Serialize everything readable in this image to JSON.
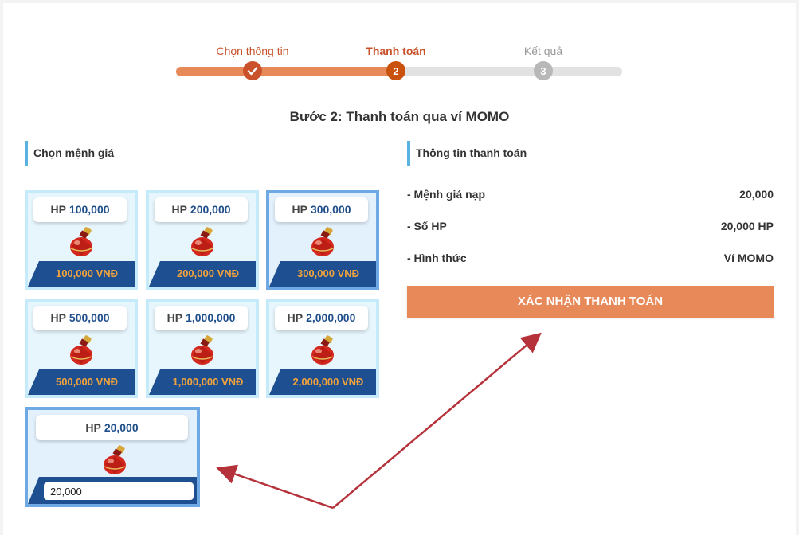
{
  "steps": [
    {
      "label": "Chọn thông tin",
      "state": "done",
      "icon": "check-icon"
    },
    {
      "label": "Thanh toán",
      "number": "2",
      "state": "active"
    },
    {
      "label": "Kết quả",
      "number": "3",
      "state": "pending"
    }
  ],
  "page_title": "Bước 2: Thanh toán qua ví MOMO",
  "left_section": {
    "title": "Chọn mệnh giá",
    "hp_prefix": "HP",
    "cards": [
      {
        "hp": "100,000",
        "price": "100,000 VNĐ",
        "selected": false
      },
      {
        "hp": "200,000",
        "price": "200,000 VNĐ",
        "selected": false
      },
      {
        "hp": "300,000",
        "price": "300,000 VNĐ",
        "selected": true
      },
      {
        "hp": "500,000",
        "price": "500,000 VNĐ",
        "selected": false
      },
      {
        "hp": "1,000,000",
        "price": "1,000,000 VNĐ",
        "selected": false
      },
      {
        "hp": "2,000,000",
        "price": "2,000,000 VNĐ",
        "selected": false
      }
    ],
    "custom_card": {
      "hp": "20,000",
      "input_value": "20,000"
    }
  },
  "right_section": {
    "title": "Thông tin thanh toán",
    "rows": [
      {
        "label": "- Mệnh giá nạp",
        "value": "20,000"
      },
      {
        "label": "- Số HP",
        "value": "20,000 HP"
      },
      {
        "label": "- Hình thức",
        "value": "Ví MOMO"
      }
    ],
    "confirm_label": "XÁC NHẬN THANH TOÁN"
  },
  "colors": {
    "accent_orange": "#e8895a",
    "step_active": "#c9522a",
    "card_band": "#1d4f91",
    "price_text": "#f3a33c",
    "annotation_arrow": "#b5323a"
  }
}
